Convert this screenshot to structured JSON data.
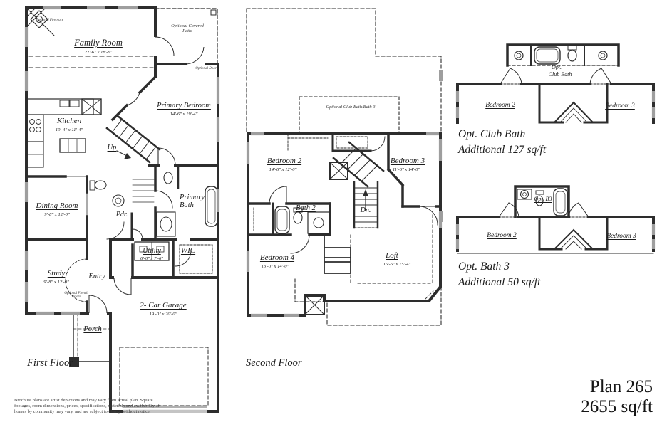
{
  "plan_title": {
    "name": "Plan 265",
    "sqft": "2655 sq/ft"
  },
  "first_floor": {
    "title": "First Floor",
    "rooms": {
      "family_room": {
        "label": "Family Room",
        "dims": "22'-6\" x 18'-6\""
      },
      "kitchen": {
        "label": "Kitchen",
        "dims": "10'-4\" x 11'-4\""
      },
      "primary_bedroom": {
        "label": "Primary Bedroom",
        "dims": "14'-6\" x 19'-4\""
      },
      "dining_room": {
        "label": "Dining Room",
        "dims": "9'-8\" x 12'-0\""
      },
      "study": {
        "label": "Study",
        "dims": "9'-8\" x 12'-0\""
      },
      "utility": {
        "label": "Utility",
        "dims": "6'-0\" x 7'-6\""
      },
      "garage": {
        "label": "2- Car Garage",
        "dims": "19'-0\" x 20'-0\""
      },
      "primary_bath": {
        "label": "Primary Bath"
      },
      "pdr": {
        "label": "Pdr."
      },
      "wic": {
        "label": "WIC"
      },
      "entry": {
        "label": "Entry"
      },
      "porch": {
        "label": "Porch"
      },
      "up": {
        "label": "Up"
      }
    },
    "notes": {
      "optional_fireplace": "Optional Fireplace",
      "optional_covered_patio": "Optional Covered Patio",
      "optional_door": "Optional Door",
      "optional_french_doors": "Optional French Doors"
    }
  },
  "second_floor": {
    "title": "Second Floor",
    "rooms": {
      "bedroom_2": {
        "label": "Bedroom 2",
        "dims": "14'-6\" x 12'-0\""
      },
      "bedroom_3": {
        "label": "Bedroom 3",
        "dims": "11'-6\" x 14'-0\""
      },
      "bedroom_4": {
        "label": "Bedroom 4",
        "dims": "13'-0\" x 14'-0\""
      },
      "bath_2": {
        "label": "Bath 2"
      },
      "loft": {
        "label": "Loft",
        "dims": "15'-6\" x 15'-4\""
      },
      "dn": {
        "label": "Dn."
      }
    },
    "notes": {
      "optional_club_bath": "Optional Club Bath/Bath 3"
    }
  },
  "options": [
    {
      "title": "Opt. Club Bath",
      "additional": "Additional 127 sq/ft",
      "inset_label_line1": "Opt.",
      "inset_label_line2": "Club Bath",
      "bedroom_left": "Bedroom 2",
      "bedroom_right": "Bedroom 3"
    },
    {
      "title": "Opt. Bath 3",
      "additional": "Additional 50 sq/ft",
      "inset_label": "Opt. B3",
      "bedroom_left": "Bedroom 2",
      "bedroom_right": "Bedroom 3"
    }
  ],
  "disclaimer": {
    "line1": "Brochure plans are artist depictions and may vary from actual plan.  Square",
    "line2": "footages, room dimensions, prices, specifications, materials and availability of",
    "line3": "homes by community may vary, and are subject to change without notice."
  }
}
